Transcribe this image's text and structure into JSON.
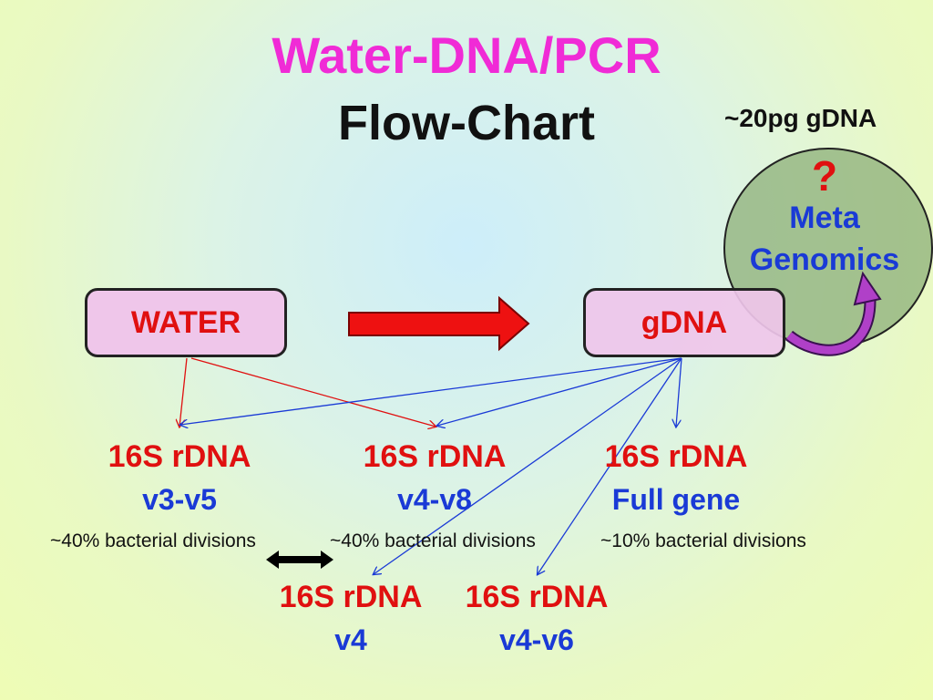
{
  "title": {
    "line1": "Water-DNA/PCR",
    "line2": "Flow-Chart"
  },
  "meta_circle": {
    "amount": "~20pg gDNA",
    "question": "?",
    "label_line1": "Meta",
    "label_line2": "Genomics"
  },
  "nodes": {
    "water": "WATER",
    "gdna": "gDNA"
  },
  "targets": {
    "v3v5": {
      "name": "16S rDNA",
      "region": "v3-v5",
      "coverage": "~40% bacterial divisions"
    },
    "v4v8": {
      "name": "16S rDNA",
      "region": "v4-v8",
      "coverage": "~40% bacterial divisions"
    },
    "full": {
      "name": "16S rDNA",
      "region": "Full gene",
      "coverage": "~10% bacterial divisions"
    },
    "v4": {
      "name": "16S rDNA",
      "region": "v4"
    },
    "v4v6": {
      "name": "16S rDNA",
      "region": "v4-v6"
    }
  },
  "colors": {
    "title_magenta": "#f02bd6",
    "red": "#e01010",
    "blue": "#1a3ad6",
    "box_fill": "#efc6ea",
    "circle_fill": "#8caf78",
    "curved_arrow": "#b040c8"
  }
}
